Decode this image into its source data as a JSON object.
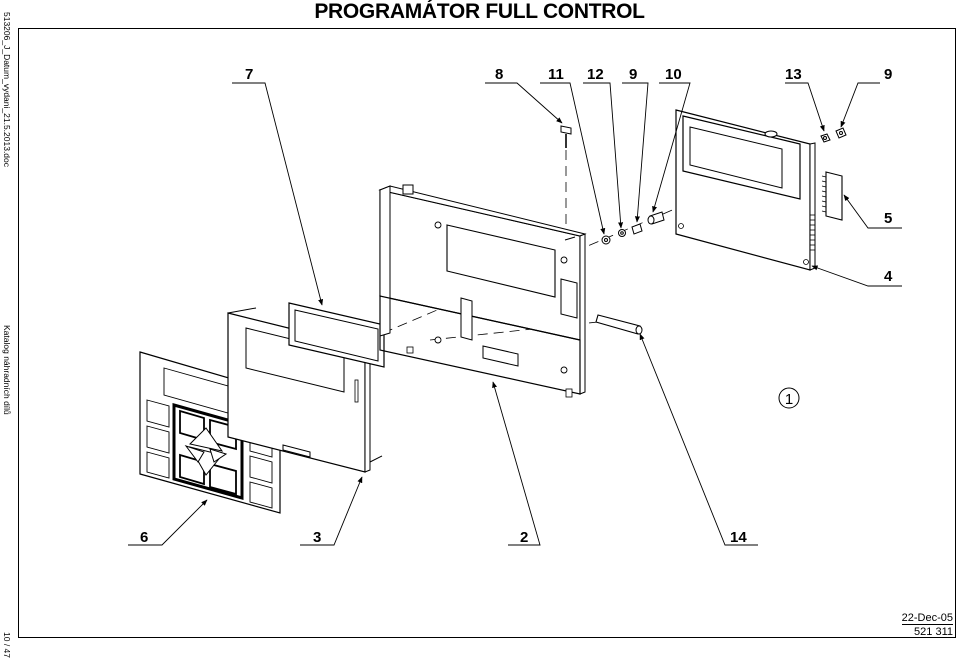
{
  "title": "PROGRAMÁTOR FULL CONTROL",
  "side_labels": {
    "document": "513206_J_Datum_vydani_21.5.2013.doc",
    "catalog": "Katalog náhradních dílů",
    "page": "10 / 47"
  },
  "footer": {
    "date": "22-Dec-05",
    "code": "521 311"
  },
  "view_number": "1",
  "callouts": {
    "c7": "7",
    "c8": "8",
    "c11": "11",
    "c12": "12",
    "c9a": "9",
    "c10": "10",
    "c13": "13",
    "c9b": "9",
    "c5": "5",
    "c4": "4",
    "c6": "6",
    "c3": "3",
    "c2": "2",
    "c14": "14"
  }
}
